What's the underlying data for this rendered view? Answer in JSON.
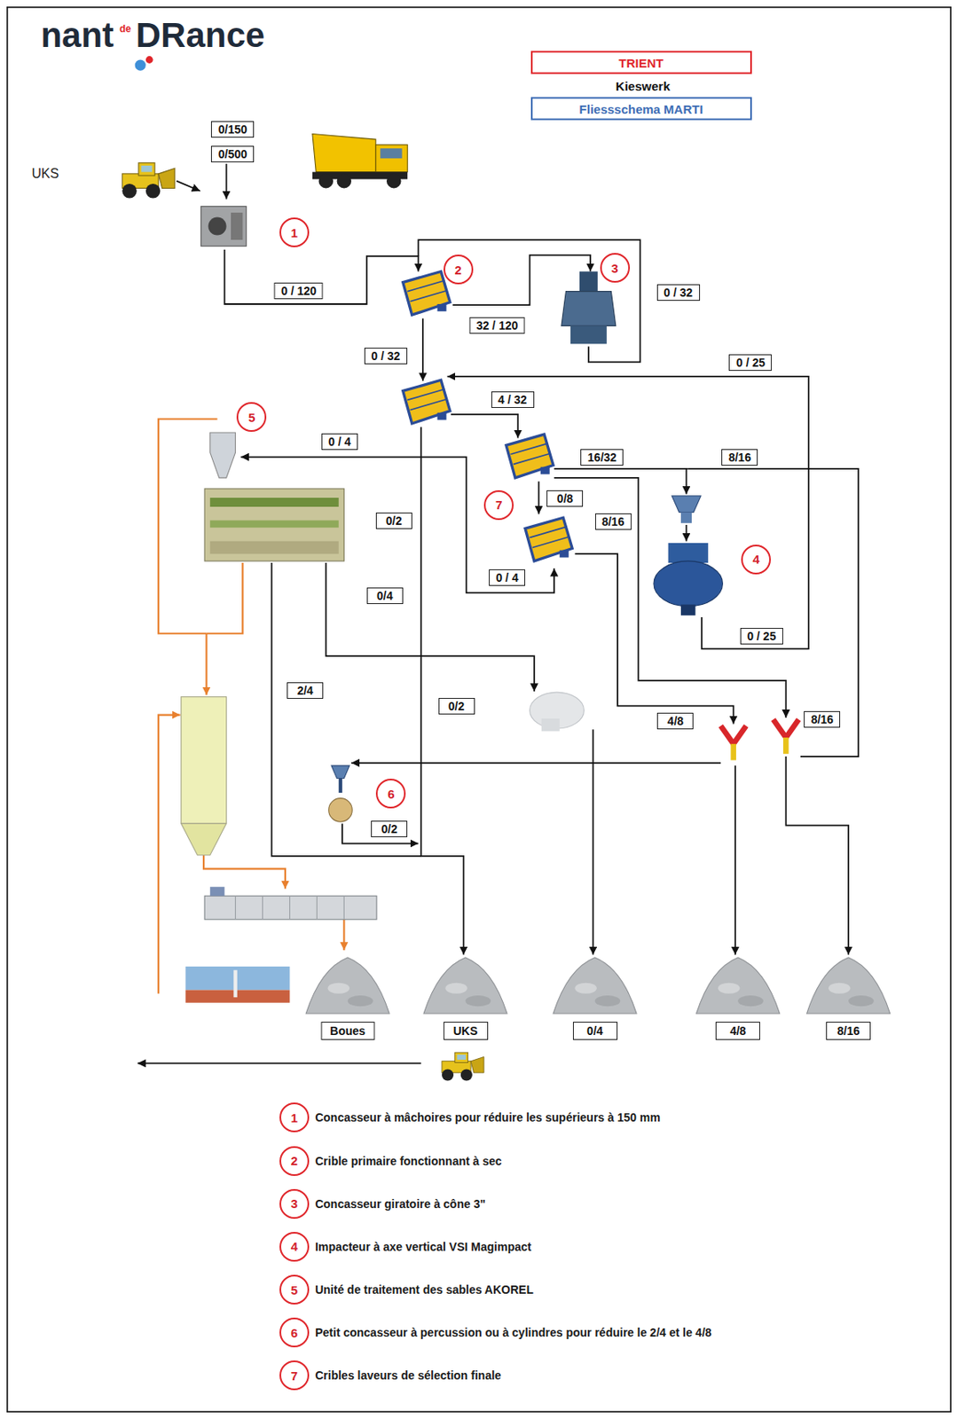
{
  "diagram": {
    "nodes": [
      {
        "text": [
          "TRIENT"
        ]
      },
      {
        "text": [
          "Fliessschema MARTI"
        ]
      },
      {
        "text": [
          "1"
        ]
      },
      {
        "text": [
          "2"
        ]
      },
      {
        "text": [
          "3"
        ]
      },
      {
        "text": [
          "5"
        ]
      },
      {
        "text": [
          "7"
        ]
      },
      {
        "text": [
          "4"
        ]
      },
      {
        "text": [
          "6"
        ]
      },
      {
        "text": [
          "Boues"
        ]
      },
      {
        "text": [
          "UKS"
        ]
      },
      {
        "text": [
          "0/4"
        ]
      },
      {
        "text": [
          "4/8"
        ]
      },
      {
        "text": [
          "8/16"
        ]
      },
      {
        "text": [
          "1"
        ]
      },
      {
        "text": [
          "2"
        ]
      },
      {
        "text": [
          "3"
        ]
      },
      {
        "text": [
          "4"
        ]
      },
      {
        "text": [
          "5"
        ]
      },
      {
        "text": [
          "6"
        ]
      },
      {
        "text": [
          "7"
        ]
      }
    ],
    "labels": [
      "nant",
      "de",
      "DRance",
      "Kieswerk",
      "UKS",
      "0/150",
      "0/500",
      "0 / 120",
      "32 / 120",
      "0 / 32",
      "0 / 32",
      "0 / 25",
      "4 / 32",
      "0 / 4",
      "16/32",
      "8/16",
      "0/8",
      "0/2",
      "8/16",
      "0 / 4",
      "0/4",
      "0 / 25",
      "2/4",
      "0/2",
      "4/8",
      "8/16",
      "0/2",
      "Concasseur à mâchoires pour réduire les supérieurs à 150 mm",
      "Crible primaire fonctionnant à sec",
      "Concasseur giratoire à cône 3\"",
      "Impacteur à axe vertical VSI Magimpact",
      "Unité de traitement des sables AKOREL",
      "Petit concasseur à percussion ou à cylindres pour réduire le 2/4 et le 4/8",
      "Cribles laveurs de sélection finale"
    ]
  }
}
